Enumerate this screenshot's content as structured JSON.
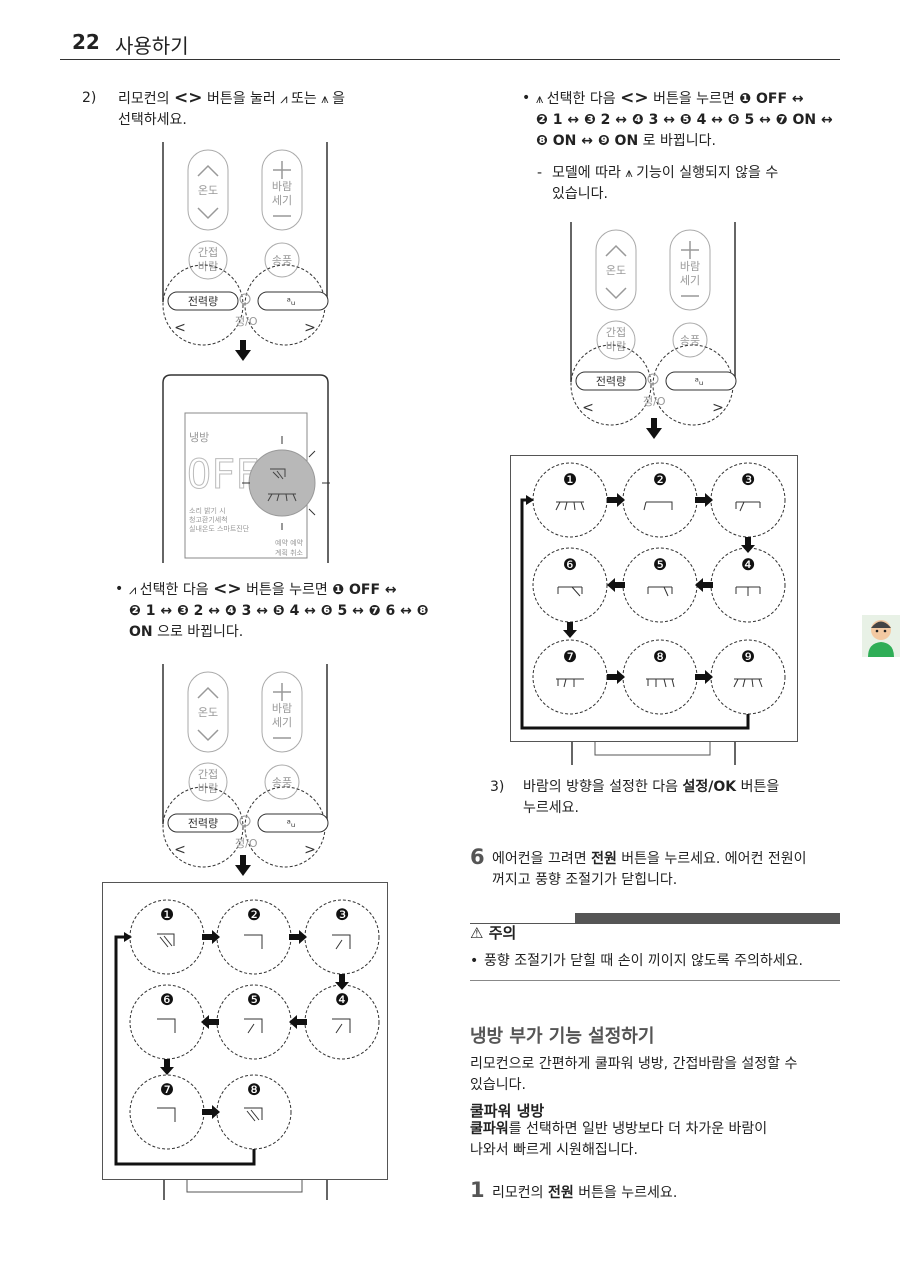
{
  "header": {
    "page_number": "22",
    "title": "사용하기"
  },
  "left": {
    "step2": {
      "number": "2)",
      "line1a": "리모컨의",
      "arrows": "<>",
      "line1b": "버튼을 눌러",
      "sym1": "⩘",
      "line1c": "또는",
      "sym2": "⩚",
      "line1d": "을",
      "line2": "선택하세요."
    },
    "bullet1": {
      "dot": "•",
      "sym": "⩘",
      "pre": "선택한 다음",
      "arrows": "<>",
      "post": "버튼을 누르면",
      "seq1": "❶ OFF ↔",
      "seq2": "❷ 1 ↔ ❸ 2 ↔ ❹ 3 ↔ ❺ 4 ↔ ❻ 5 ↔ ❼ 6 ↔ ❽",
      "seq3_bold": "ON",
      "seq3": "으로 바뀝니다."
    },
    "display": {
      "mode": "냉방",
      "digits": "OFF",
      "r1": "소리 밝기 시",
      "r2": "청고환기세척",
      "r3": "실내온도 스마트진단",
      "r4": "예약 예약",
      "r5": "계획 취소"
    },
    "grid_nums": [
      "❶",
      "❷",
      "❸",
      "❹",
      "❺",
      "❻",
      "❼",
      "❽"
    ]
  },
  "remote": {
    "temp": "온도",
    "wind1": "바람",
    "wind2": "세기",
    "interval1": "간접",
    "interval2": "바람",
    "send": "송풍",
    "power_usage": "전력량",
    "set": "정/O",
    "lt": "<",
    "gt": ">"
  },
  "right": {
    "bullet2": {
      "dot": "•",
      "sym": "⩚",
      "pre": "선택한 다음",
      "arrows": "<>",
      "post": "버튼을 누르면",
      "seq1": "❶ OFF ↔",
      "seq2": "❷ 1 ↔ ❸ 2 ↔ ❹ 3 ↔ ❺ 4 ↔ ❻ 5 ↔ ❼ ON ↔",
      "seq3": "❽ ON ↔ ❾ ON",
      "seq3_post": "로 바뀝니다."
    },
    "note": {
      "dash": "-",
      "line1a": "모델에 따라",
      "sym": "⩚",
      "line1b": "기능이 실행되지 않을 수",
      "line2": "있습니다."
    },
    "grid_nums": [
      "❶",
      "❷",
      "❸",
      "❹",
      "❺",
      "❻",
      "❼",
      "❽",
      "❾"
    ],
    "step3": {
      "number": "3)",
      "line1a": "바람의 방향을 설정한 다음",
      "bold": "설정/OK",
      "line1b": "버튼을",
      "line2": "누르세요."
    },
    "step6": {
      "number": "6",
      "line1a": "에어컨을 끄려면",
      "bold": "전원",
      "line1b": "버튼을 누르세요. 에어컨 전원이",
      "line2": "꺼지고 풍향 조절기가 닫힙니다."
    },
    "caution": {
      "icon": "⚠",
      "title": "주의",
      "dot": "•",
      "text": "풍향 조절기가 닫힐 때 손이 끼이지 않도록 주의하세요."
    },
    "section": {
      "title": "냉방 부가 기능 설정하기",
      "line1": "리모컨으로 간편하게 쿨파워 냉방, 간접바람을 설정할 수",
      "line2": "있습니다."
    },
    "cool": {
      "title": "쿨파워 냉방",
      "bold": "쿨파워",
      "line1": "를 선택하면 일반 냉방보다 더 차가운 바람이",
      "line2": "나와서 빠르게 시원해집니다."
    },
    "step1": {
      "number": "1",
      "pre": "리모컨의",
      "bold": "전원",
      "post": "버튼을 누르세요."
    }
  }
}
